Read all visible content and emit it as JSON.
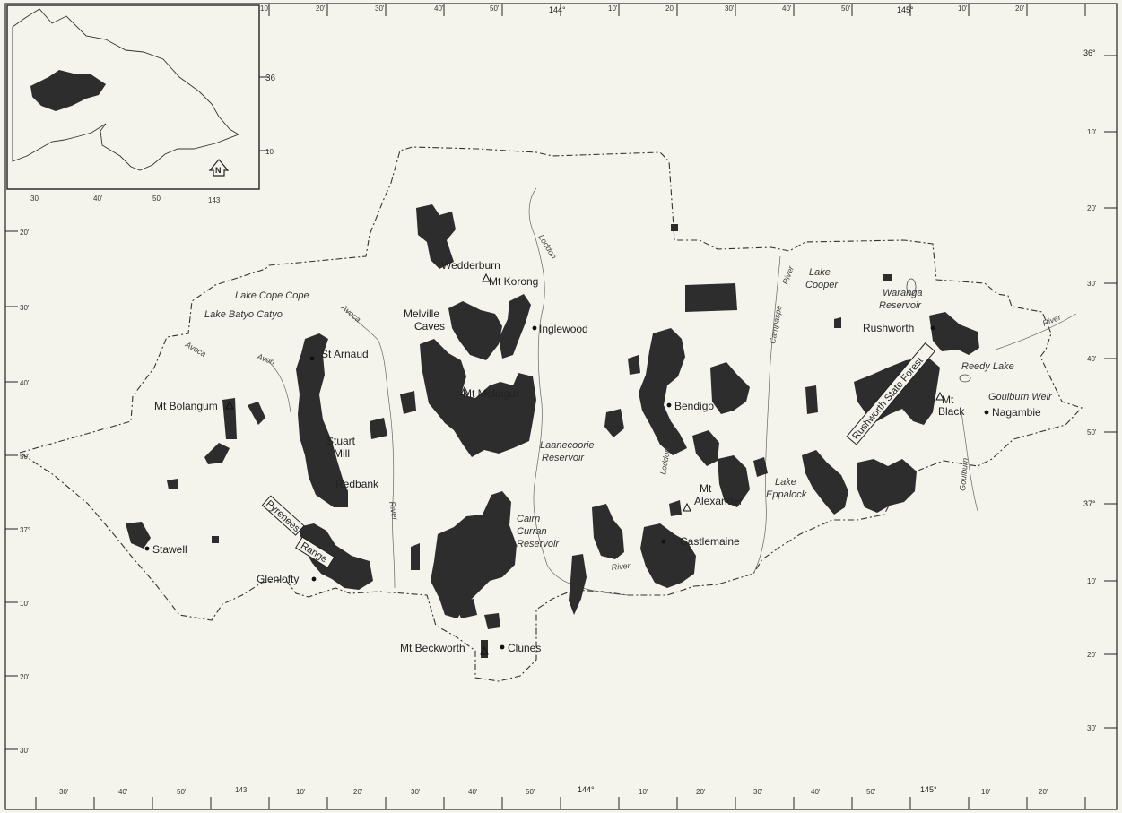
{
  "towns": {
    "wedderburn": "Wedderburn",
    "mt_korong": "Mt Korong",
    "melville_caves_1": "Melville",
    "melville_caves_2": "Caves",
    "inglewood": "Inglewood",
    "st_arnaud": "St Arnaud",
    "mt_bolangum": "Mt Bolangum",
    "mt_moliagul": "Mt Moliagul",
    "stuart_mill_1": "Stuart",
    "stuart_mill_2": "Mill",
    "redbank": "Redbank",
    "stawell": "Stawell",
    "glenlofty": "Glenlofty",
    "mt_beckworth": "Mt Beckworth",
    "clunes": "Clunes",
    "bendigo": "Bendigo",
    "mt_alexander_1": "Mt",
    "mt_alexander_2": "Alexander",
    "castlemaine": "Castlemaine",
    "rushworth": "Rushworth",
    "mt_black_1": "Mt",
    "mt_black_2": "Black",
    "nagambie": "Nagambie"
  },
  "water": {
    "lake_cope_cope": "Lake Cope Cope",
    "lake_batyo_catyo": "Lake Batyo Catyo",
    "laanecoorie_1": "Laanecoorie",
    "laanecoorie_2": "Reservoir",
    "cairn_curran_1": "Cairn",
    "cairn_curran_2": "Curran",
    "cairn_curran_3": "Reservoir",
    "lake_eppalock_1": "Lake",
    "lake_eppalock_2": "Eppalock",
    "lake_cooper_1": "Lake",
    "lake_cooper_2": "Cooper",
    "waranga_1": "Waranga",
    "waranga_2": "Reservoir",
    "reedy_lake": "Reedy Lake",
    "goulburn_weir": "Goulburn Weir"
  },
  "rivers": {
    "loddon": "Loddon",
    "avoca_1": "Avoca",
    "avon": "Avon",
    "avoca_2": "Avoca",
    "river_avon": "River",
    "campaspe": "Campaspe",
    "river_campaspe": "River",
    "river_loddon": "River",
    "loddon_lower": "Loddon",
    "goulburn": "Goulburn",
    "river_goulburn": "River"
  },
  "features": {
    "pyrenees": "Pyrenees",
    "range": "Range",
    "rushworth_forest": "Rushworth State Forest"
  },
  "inset": {
    "lat_36": "36",
    "lat_10": "10'",
    "lon_30": "30'",
    "lon_40": "40'",
    "lon_50": "50'",
    "lon_143": "143",
    "north": "N"
  },
  "top_ticks": {
    "t1": "10'",
    "t2": "20'",
    "t3": "30'",
    "t4": "40'",
    "t5": "50'",
    "t6": "144°",
    "t7": "10'",
    "t8": "20'",
    "t9": "30'",
    "t10": "40'",
    "t11": "50'",
    "t12": "145°",
    "t13": "10'",
    "t14": "20'"
  },
  "bottom_ticks": {
    "b1": "30'",
    "b2": "40'",
    "b3": "50'",
    "b4": "143",
    "b5": "10'",
    "b6": "20'",
    "b7": "30'",
    "b8": "40'",
    "b9": "50'",
    "b10": "144°",
    "b11": "10'",
    "b12": "20'",
    "b13": "30'",
    "b14": "40'",
    "b15": "50'",
    "b16": "145°",
    "b17": "10'",
    "b18": "20'"
  },
  "left_ticks": {
    "l1": "20'",
    "l2": "30'",
    "l3": "40'",
    "l4": "50'",
    "l5": "37°",
    "l6": "10'",
    "l7": "20'",
    "l8": "30'"
  },
  "right_ticks": {
    "r1": "36°",
    "r2": "10'",
    "r3": "20'",
    "r4": "30'",
    "r5": "40'",
    "r6": "50'",
    "r7": "37°",
    "r8": "10'",
    "r9": "20'",
    "r10": "30'"
  },
  "colors": {
    "forest": "#2d2d2d",
    "paper": "#f4f4ec",
    "ink": "#222222"
  }
}
